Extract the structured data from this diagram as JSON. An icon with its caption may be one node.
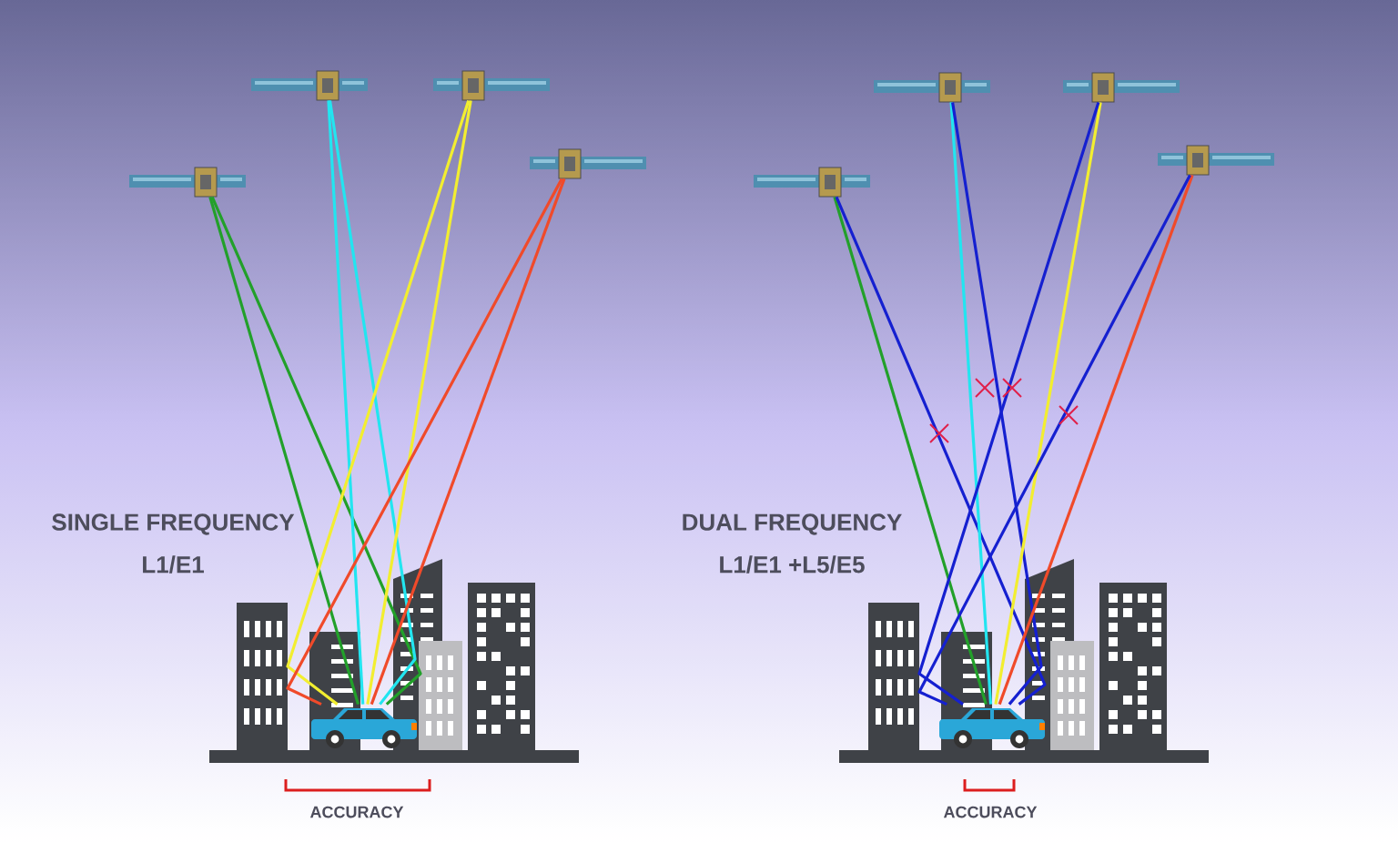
{
  "diagram": {
    "nodes": [
      {
        "text": [],
        "shape": "picture"
      },
      {
        "text": [],
        "shape": "picture"
      },
      {
        "text": [],
        "shape": "picture"
      },
      {
        "text": [],
        "shape": "picture"
      },
      {
        "text": [],
        "shape": "picture"
      },
      {
        "text": [],
        "shape": "picture"
      },
      {
        "text": [],
        "shape": "picture"
      },
      {
        "text": [],
        "shape": "picture"
      },
      {
        "text": [],
        "shape": "picture"
      },
      {
        "text": [],
        "shape": "picture"
      }
    ],
    "edges": [
      {
        "from": 0,
        "to": 4,
        "arrow": "none",
        "color": "#22a02a"
      },
      {
        "from": 0,
        "to": 4,
        "arrow": "none",
        "color": "#22a02a"
      },
      {
        "from": 1,
        "to": 4,
        "arrow": "none",
        "color": "#22e5f0"
      },
      {
        "from": 1,
        "to": 4,
        "arrow": "none",
        "color": "#22e5f0"
      },
      {
        "from": 2,
        "to": 4,
        "arrow": "none",
        "color": "#f2ee30"
      },
      {
        "from": 2,
        "to": 4,
        "arrow": "none",
        "color": "#f2ee30"
      },
      {
        "from": 3,
        "to": 4,
        "arrow": "none",
        "color": "#f04a2a"
      },
      {
        "from": 3,
        "to": 4,
        "arrow": "none",
        "color": "#f04a2a"
      },
      {
        "from": 5,
        "to": 9,
        "arrow": "none",
        "color": "#22a02a"
      },
      {
        "from": 5,
        "to": 9,
        "arrow": "none",
        "color": "#1520d0"
      },
      {
        "from": 6,
        "to": 9,
        "arrow": "none",
        "color": "#22e5f0"
      },
      {
        "from": 6,
        "to": 9,
        "arrow": "none",
        "color": "#1520d0"
      },
      {
        "from": 7,
        "to": 9,
        "arrow": "none",
        "color": "#f2ee30"
      },
      {
        "from": 7,
        "to": 9,
        "arrow": "none",
        "color": "#1520d0"
      },
      {
        "from": 8,
        "to": 9,
        "arrow": "none",
        "color": "#f04a2a"
      },
      {
        "from": 8,
        "to": 9,
        "arrow": "none",
        "color": "#1520d0"
      }
    ],
    "labels": [
      "SINGLE FREQUENCY",
      "DUAL FREQUENCY",
      "L1/E1",
      "L1/E1 +L5/E5",
      "ACCURACY",
      "ACCURACY"
    ]
  }
}
